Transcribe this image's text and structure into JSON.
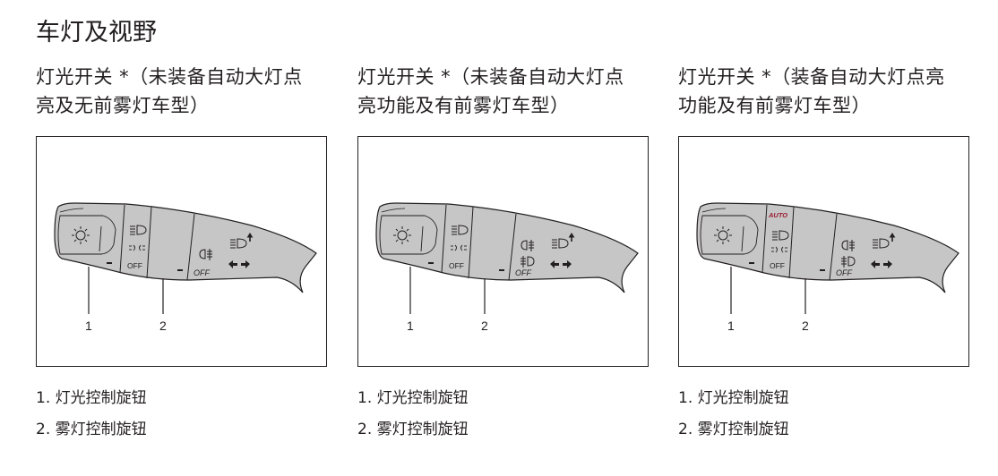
{
  "page_title": "车灯及视野",
  "panels": [
    {
      "heading_line1": "灯光开关 *（未装备自动大灯点",
      "heading_line2": "亮及无前雾灯车型）",
      "auto": false,
      "front_fog": false,
      "stalk": {
        "light_off": "OFF",
        "fog_off": "OFF",
        "auto_label": ""
      },
      "callouts": [
        "1",
        "2"
      ],
      "items": [
        "1. 灯光控制旋钮",
        "2. 雾灯控制旋钮"
      ]
    },
    {
      "heading_line1": "灯光开关 *（未装备自动大灯点",
      "heading_line2": "亮功能及有前雾灯车型）",
      "auto": false,
      "front_fog": true,
      "stalk": {
        "light_off": "OFF",
        "fog_off": "OFF",
        "auto_label": ""
      },
      "callouts": [
        "1",
        "2"
      ],
      "items": [
        "1. 灯光控制旋钮",
        "2. 雾灯控制旋钮"
      ]
    },
    {
      "heading_line1": "灯光开关 *（装备自动大灯点亮",
      "heading_line2": "功能及有前雾灯车型）",
      "auto": true,
      "front_fog": true,
      "stalk": {
        "light_off": "OFF",
        "fog_off": "OFF",
        "auto_label": "AUTO"
      },
      "callouts": [
        "1",
        "2"
      ],
      "items": [
        "1. 灯光控制旋钮",
        "2. 雾灯控制旋钮"
      ]
    }
  ],
  "colors": {
    "stalk": "#c6c6c6",
    "auto": "#9b1b30",
    "ink": "#231f20"
  }
}
